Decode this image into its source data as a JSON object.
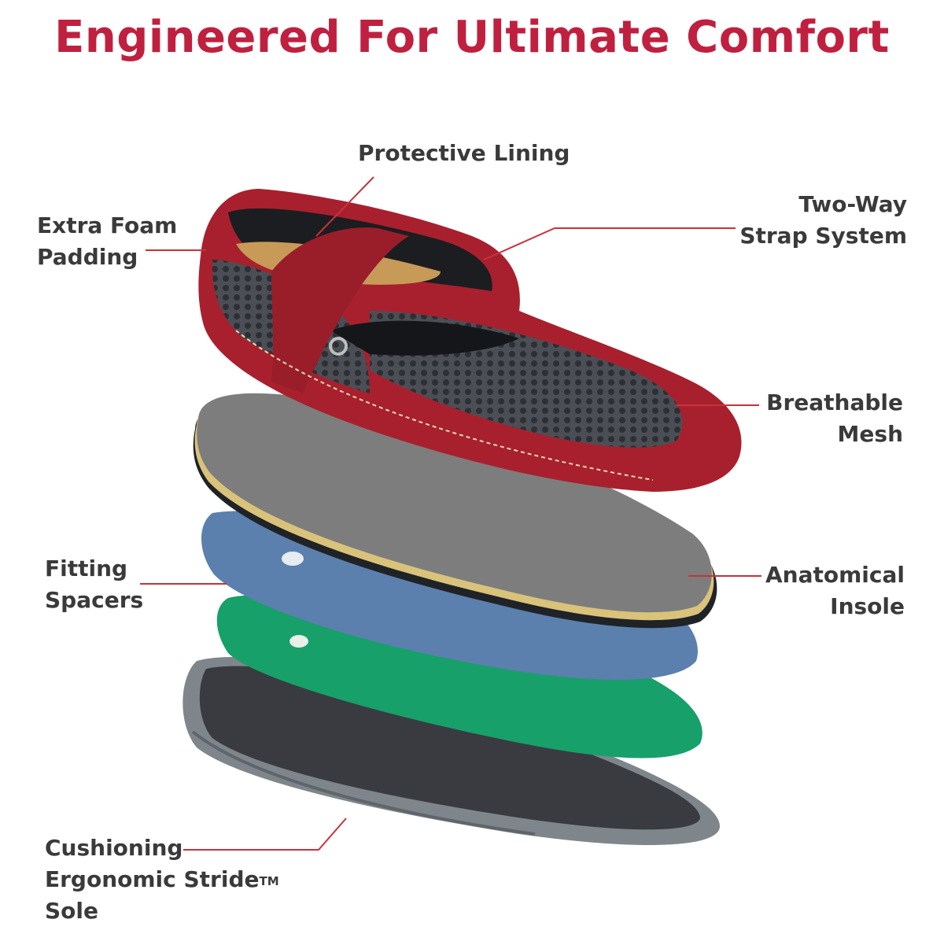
{
  "title": "Engineered For Ultimate Comfort",
  "colors": {
    "title": "#c0203f",
    "label": "#3a3a3a",
    "leader": "#c8323c",
    "shoe_red": "#a8202e",
    "mesh": "#4a4e54",
    "insole_gray": "#7d7d7d",
    "spacer_blue": "#5b80ad",
    "spacer_green": "#17a06a",
    "sole_gray": "#7e868c",
    "sole_inner": "#3a3b40"
  },
  "labels": {
    "protective_lining": [
      "Protective Lining"
    ],
    "extra_foam": [
      "Extra Foam",
      "Padding"
    ],
    "strap_system": [
      "Two-Way",
      "Strap System"
    ],
    "breathable_mesh": [
      "Breathable",
      "Mesh"
    ],
    "fitting_spacers": [
      "Fitting",
      "Spacers"
    ],
    "anatomical_insole": [
      "Anatomical",
      "Insole"
    ],
    "cushioning_sole": [
      "Cushioning",
      "Ergonomic Stride",
      "Sole"
    ],
    "trademark": "TM"
  }
}
